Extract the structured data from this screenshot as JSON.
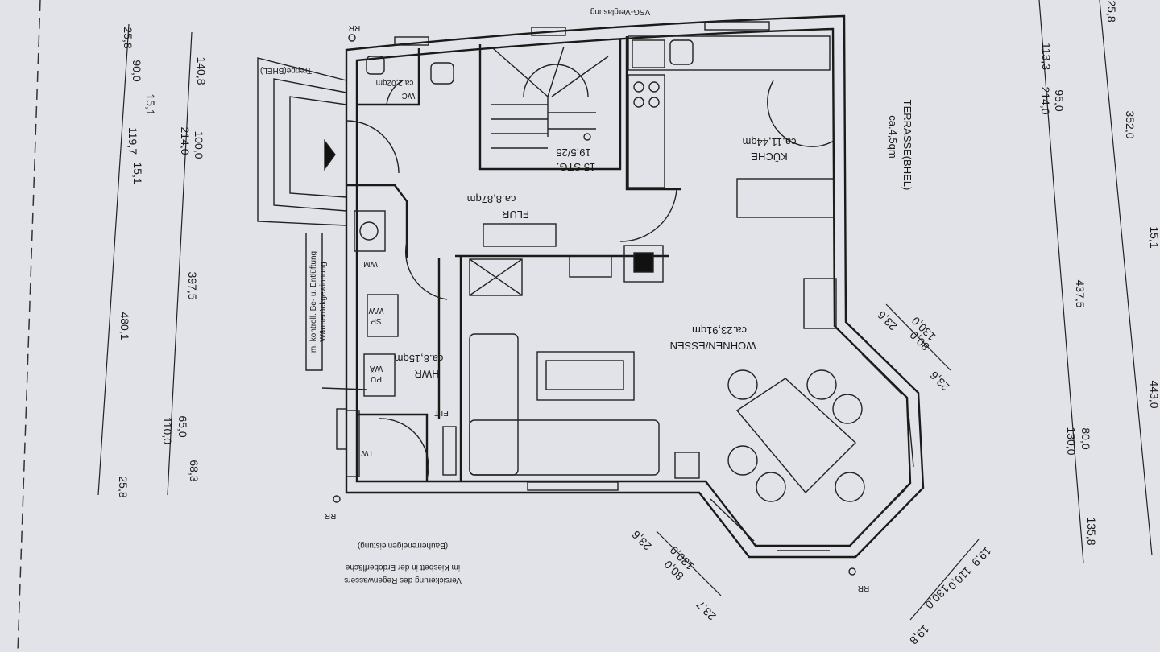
{
  "rooms": {
    "kitchen": {
      "name": "KÜCHE",
      "area": "ca.11,44qm"
    },
    "terrace": {
      "name": "TERRASSE(BHEL)",
      "area": "ca.4,5qm"
    },
    "hall": {
      "name": "FLUR",
      "area": "ca.8,87qm"
    },
    "stairs": {
      "steps": "15 STG.",
      "ratio": "19,5/25"
    },
    "wc": {
      "name": "WC",
      "area": "ca.2,02qm"
    },
    "living": {
      "name": "WOHNEN/ESSEN",
      "area": "ca.23,91qm"
    },
    "utility": {
      "name": "HWR",
      "area": "ca.8,15qm"
    }
  },
  "fixtures": {
    "wm": "WM",
    "ww": "WW",
    "sp": "SP",
    "wa": "WÄ",
    "pu": "PU",
    "elt": "ELT",
    "tw": "TW",
    "rr": "RR"
  },
  "notes": {
    "glazing": "VSG-Verglasung",
    "stair_ext": "Treppe(BHEL)",
    "ventilation_1": "Wärmerückgewinnung",
    "ventilation_2": "m. kontroll. Be- u. Entlüftung",
    "rain_1": "Versickerung des Regenwassers",
    "rain_2": "im Kiesbett in der Erdoberfläche",
    "rain_3": "(Bauherreneigenleistung)"
  },
  "dimensions": {
    "left": [
      "140,8",
      "100,0",
      "214,0",
      "397,5",
      "65,0",
      "110,0",
      "68,3"
    ],
    "left_inner": [
      "25,8",
      "90,0",
      "15,1",
      "119,7",
      "15,1",
      "480,1",
      "25,8"
    ],
    "right": [
      "25,8",
      "113,3",
      "95,0",
      "214,0",
      "352,0",
      "15,1",
      "437,5",
      "443,0",
      "80,0",
      "130,0",
      "135,8"
    ],
    "bay_upper": [
      "23,6",
      "80,0",
      "23,6",
      "130,0"
    ],
    "bay_lower": [
      "23,7",
      "80,0",
      "23,6",
      "130,0"
    ],
    "bay_right": [
      "19,9",
      "110,0",
      "130,0",
      "19,8"
    ]
  }
}
